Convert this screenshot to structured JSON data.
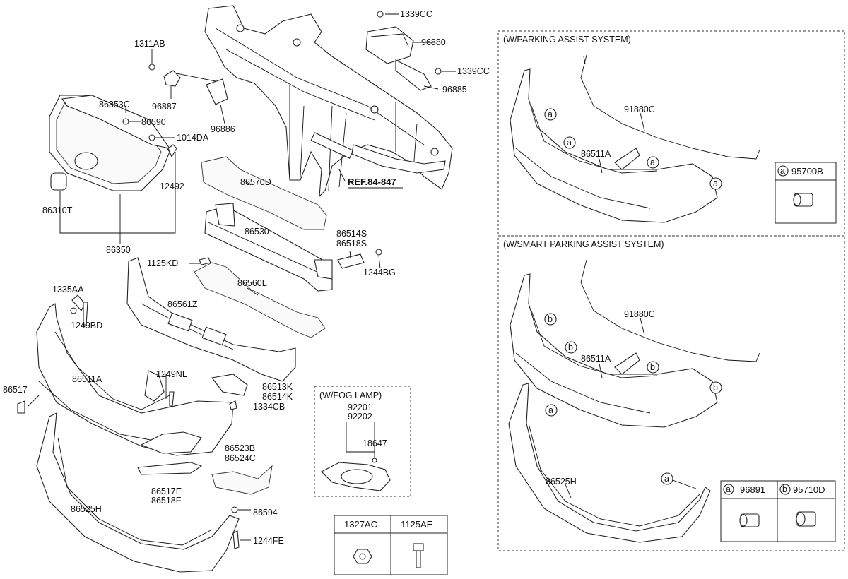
{
  "ref_label": "REF.84-847",
  "parts": {
    "p1339cc_a": "1339CC",
    "p96880": "96880",
    "p1339cc_b": "1339CC",
    "p96885": "96885",
    "p1311ab": "1311AB",
    "p96887": "96887",
    "p96886": "96886",
    "p86353c": "86353C",
    "p86590": "86590",
    "p1014da": "1014DA",
    "p12492": "12492",
    "p86310t": "86310T",
    "p86350": "86350",
    "p86570d": "86570D",
    "p86530": "86530",
    "p86514s": "86514S",
    "p86518s": "86518S",
    "p1244bg": "1244BG",
    "p1125kd": "1125KD",
    "p86560l": "86560L",
    "p86561z": "86561Z",
    "p1335aa": "1335AA",
    "p1249bd": "1249BD",
    "p1249nl": "1249NL",
    "p86511a": "86511A",
    "p86517": "86517",
    "p86513k": "86513K",
    "p86514k": "86514K",
    "p1334cb": "1334CB",
    "p86523b": "86523B",
    "p86524c": "86524C",
    "p86517e": "86517E",
    "p86518f": "86518F",
    "p86525h": "86525H",
    "p86594": "86594",
    "p1244fe": "1244FE"
  },
  "fog_lamp": {
    "title": "(W/FOG LAMP)",
    "p92201": "92201",
    "p92202": "92202",
    "p18647": "18647"
  },
  "fastener_table": {
    "col1": "1327AC",
    "col2": "1125AE"
  },
  "parking_assist": {
    "title": "(W/PARKING ASSIST SYSTEM)",
    "p91880c": "91880C",
    "p86511a": "86511A",
    "marker": "a",
    "legend_marker": "a",
    "legend_part": "95700B"
  },
  "smart_parking_assist": {
    "title": "(W/SMART PARKING ASSIST SYSTEM)",
    "p91880c": "91880C",
    "p86511a": "86511A",
    "p86525h": "86525H",
    "marker_a": "a",
    "marker_b": "b",
    "legend_a_marker": "a",
    "legend_a_part": "96891",
    "legend_b_marker": "b",
    "legend_b_part": "95710D"
  }
}
